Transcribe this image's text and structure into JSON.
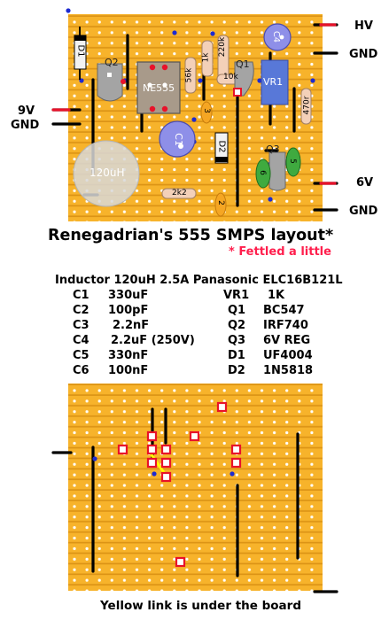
{
  "title": "Renegadrian's 555 SMPS layout*",
  "subtitle": "* Fettled a little",
  "inductor_line": "Inductor 120uH 2.5A Panasonic ELC16B121L",
  "footer": "Yellow link is under the board",
  "edge_labels": {
    "hv": "HV",
    "gnd_top": "GND",
    "v9": "9V",
    "gnd_left": "GND",
    "v6": "6V",
    "gnd_bottom": "GND"
  },
  "components": {
    "d1": "D1",
    "q2": "Q2",
    "ne555": "NE555",
    "r_1k": "1k",
    "r_220k": "220k",
    "c4": "C4",
    "q1": "Q1",
    "r_56k": "56k",
    "r_10k": "10k",
    "vr1": "VR1",
    "r_470r": "470r",
    "c1": "C1",
    "c3_mark": "3",
    "d2": "D2",
    "q3": "Q3",
    "c5": "5",
    "c6": "6",
    "inductor": "120uH",
    "r_2k2": "2k2",
    "c2_mark": "2"
  },
  "bom_left": [
    {
      "ref": "C1",
      "value": "330uF"
    },
    {
      "ref": "C2",
      "value": "100pF"
    },
    {
      "ref": "C3",
      "value": "2.2nF"
    },
    {
      "ref": "C4",
      "value": "2.2uF (250V)"
    },
    {
      "ref": "C5",
      "value": "330nF"
    },
    {
      "ref": "C6",
      "value": "100nF"
    }
  ],
  "bom_right": [
    {
      "ref": "VR1",
      "value": "1K"
    },
    {
      "ref": "Q1",
      "value": "BC547"
    },
    {
      "ref": "Q2",
      "value": "IRF740"
    },
    {
      "ref": "Q3",
      "value": "6V REG"
    },
    {
      "ref": "D1",
      "value": "UF4004"
    },
    {
      "ref": "D2",
      "value": "1N5818"
    }
  ],
  "colors": {
    "board": "#f7b32b",
    "strip_dark": "#d98f12",
    "hole": "#ffffff",
    "wire": "#000000",
    "red_lead": "#e8122a",
    "yellow_link": "#ffff00",
    "capacitor_blue": "#8e8fe8",
    "component_pink": "#f3d0b8",
    "ic_body": "#a89a8a",
    "transistor_grey": "#a4a4a4",
    "inductor_grey": "#d8d8d8",
    "regulator_green": "#3faa3f",
    "vr_blue": "#5878d8",
    "subtitle_red": "#ff1f4d"
  }
}
